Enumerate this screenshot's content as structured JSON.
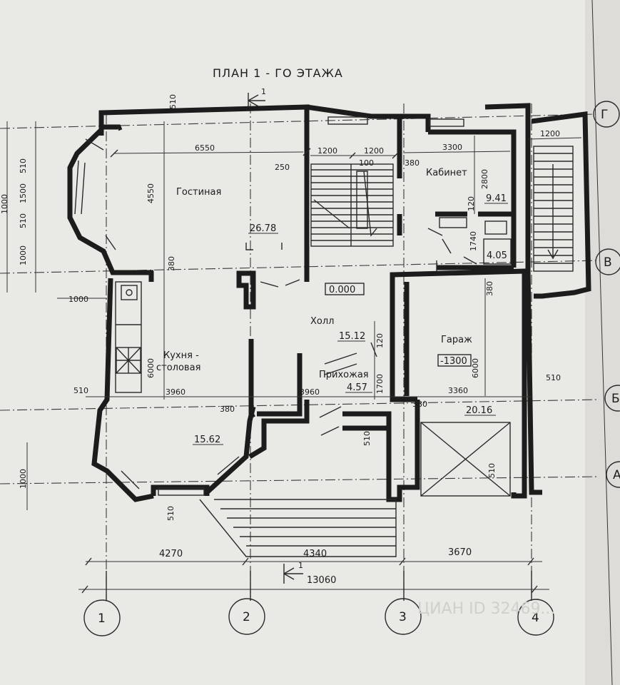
{
  "title": "ПЛАН 1 - ГО ЭТАЖА",
  "section_mark": "1",
  "rooms": {
    "living": "Гостиная",
    "kitchen_line1": "Кухня -",
    "kitchen_line2": "столовая",
    "hall": "Холл",
    "entry": "Прихожая",
    "garage": "Гараж",
    "study": "Кабинет"
  },
  "areas": {
    "living": "26.78",
    "kitchen": "15.62",
    "hall": "15.12",
    "entry": "4.57",
    "garage": "20.16",
    "study": "9.41",
    "bath": "4.05"
  },
  "levels": {
    "hall": "0.000",
    "garage": "-1300"
  },
  "dims": {
    "d6550": "6550",
    "d1200a": "1200",
    "d1200b": "1200",
    "d3300": "3300",
    "d1200c": "1200",
    "d250": "250",
    "d100": "100",
    "d380a": "380",
    "d2800": "2800",
    "d120a": "120",
    "d1740": "1740",
    "d510top": "510",
    "d4550": "4550",
    "d380b": "380",
    "d380c": "380",
    "d1000a": "1000",
    "d6000a": "6000",
    "d120b": "120",
    "d1700": "1700",
    "d6000b": "6000",
    "d510left": "510",
    "d3960a": "3960",
    "d3960b": "3960",
    "d3360": "3360",
    "d510right": "510",
    "d380d": "380",
    "d380e": "380",
    "d510c": "510",
    "d510d": "510",
    "d510e": "510",
    "d1000b": "1000",
    "d4270": "4270",
    "d4340": "4340",
    "d3670": "3670",
    "d13060": "13060",
    "v1000": "1000",
    "v510a": "510",
    "v1500": "1500",
    "v510b": "510",
    "v1000b": "1000"
  },
  "axes": {
    "a1": "1",
    "a2": "2",
    "a3": "3",
    "a4": "4",
    "aG": "Г",
    "aV": "В",
    "aB": "Б",
    "aA": "А"
  },
  "watermark": "ЦИАН ID 32469..."
}
